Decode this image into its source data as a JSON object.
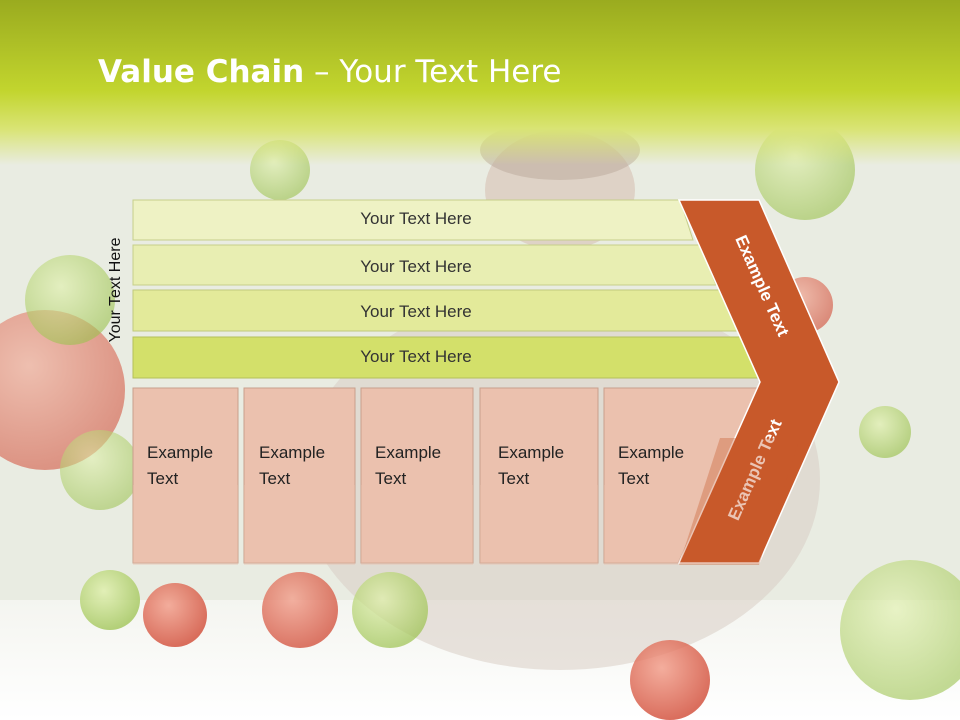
{
  "title": {
    "bold": "Value Chain",
    "rest": " – Your Text Here"
  },
  "side_label": "Your Text Here",
  "support_rows": [
    {
      "label": "Your Text Here"
    },
    {
      "label": "Your Text Here"
    },
    {
      "label": "Your Text Here"
    },
    {
      "label": "Your Text Here"
    }
  ],
  "primary_boxes": [
    {
      "line1": "Example",
      "line2": "Text"
    },
    {
      "line1": "Example",
      "line2": "Text"
    },
    {
      "line1": "Example",
      "line2": "Text"
    },
    {
      "line1": "Example",
      "line2": "Text"
    },
    {
      "line1": "Example",
      "line2": "Text"
    }
  ],
  "chevron": {
    "upper": "Example Text",
    "lower": "Example Text"
  },
  "colors": {
    "header": "#b9cc2a",
    "row_light": "#eef2c4",
    "row_mid": "#e3ea9a",
    "row_dark": "#d3e06a",
    "box_fill": "#ebc1ae",
    "chevron": "#c8592a"
  }
}
